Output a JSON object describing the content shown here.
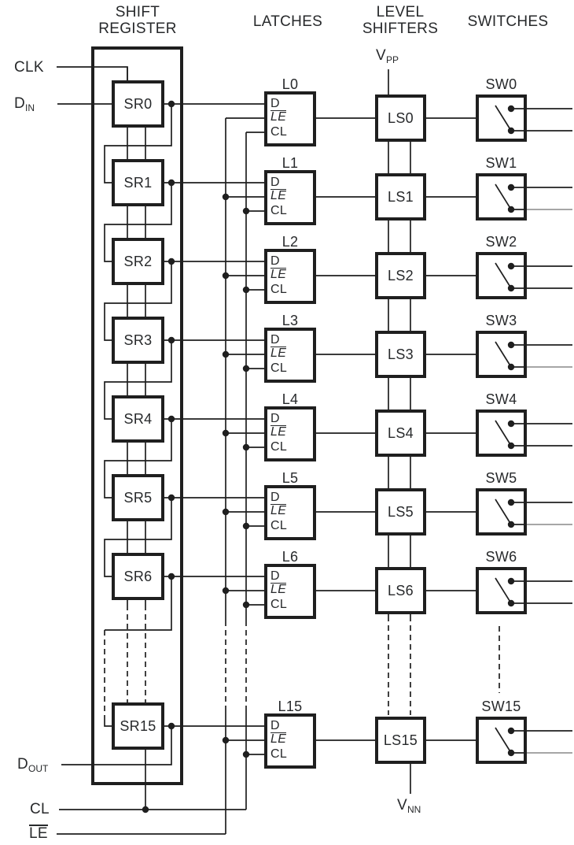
{
  "headers": {
    "shift_register_line1": "SHIFT",
    "shift_register_line2": "REGISTER",
    "latches": "LATCHES",
    "level_shifters_line1": "LEVEL",
    "level_shifters_line2": "SHIFTERS",
    "switches": "SWITCHES"
  },
  "signals": {
    "clk": "CLK",
    "din_base": "D",
    "din_sub": "IN",
    "dout_base": "D",
    "dout_sub": "OUT",
    "cl": "CL",
    "le": "LE",
    "vpp_base": "V",
    "vpp_sub": "PP",
    "vnn_base": "V",
    "vnn_sub": "NN"
  },
  "latch_pins": {
    "d": "D",
    "le": "LE",
    "cl": "CL"
  },
  "rows": [
    {
      "index": 0,
      "sr": "SR0",
      "latch": "L0",
      "level_shifter": "LS0",
      "switch": "SW0"
    },
    {
      "index": 1,
      "sr": "SR1",
      "latch": "L1",
      "level_shifter": "LS1",
      "switch": "SW1"
    },
    {
      "index": 2,
      "sr": "SR2",
      "latch": "L2",
      "level_shifter": "LS2",
      "switch": "SW2"
    },
    {
      "index": 3,
      "sr": "SR3",
      "latch": "L3",
      "level_shifter": "LS3",
      "switch": "SW3"
    },
    {
      "index": 4,
      "sr": "SR4",
      "latch": "L4",
      "level_shifter": "LS4",
      "switch": "SW4"
    },
    {
      "index": 5,
      "sr": "SR5",
      "latch": "L5",
      "level_shifter": "LS5",
      "switch": "SW5"
    },
    {
      "index": 6,
      "sr": "SR6",
      "latch": "L6",
      "level_shifter": "LS6",
      "switch": "SW6"
    },
    {
      "index": 15,
      "sr": "SR15",
      "latch": "L15",
      "level_shifter": "LS15",
      "switch": "SW15"
    }
  ],
  "colors": {
    "line": "#1f1f1f",
    "gray_line": "#9a9a9a",
    "text": "#27292b",
    "background": "#ffffff"
  }
}
